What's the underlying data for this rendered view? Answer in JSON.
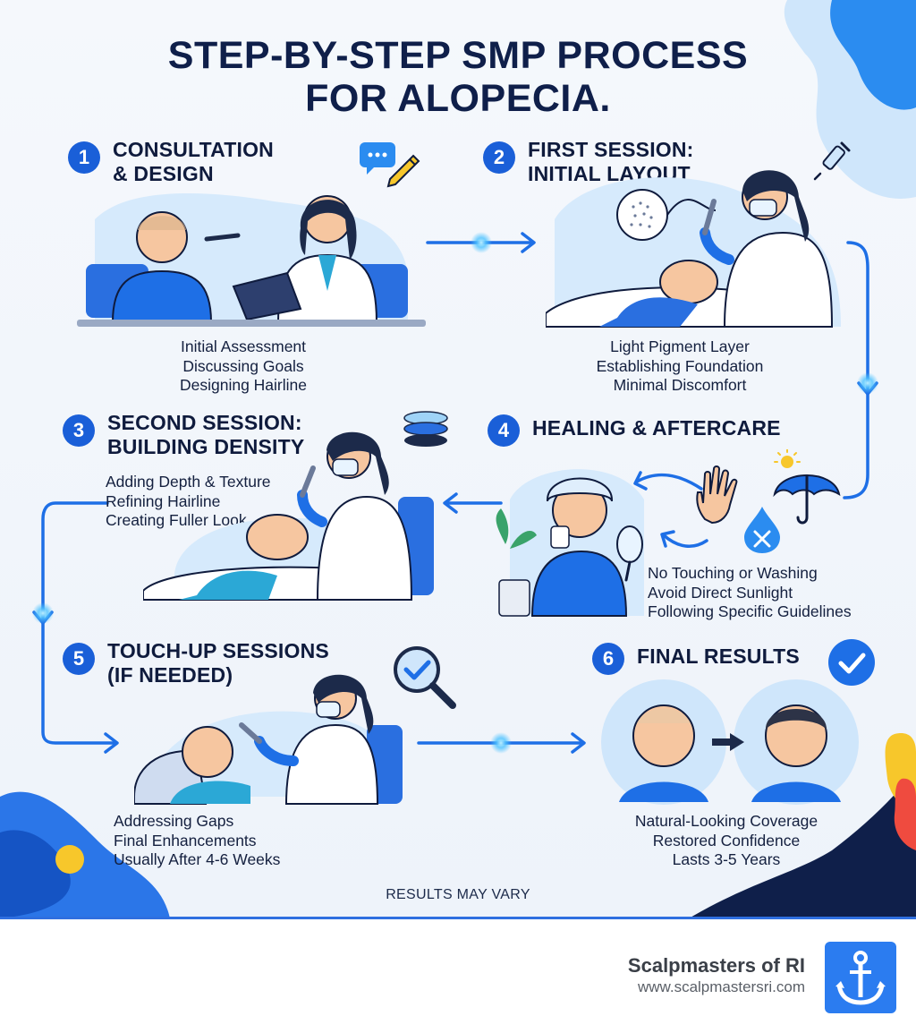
{
  "title": {
    "line1": "STEP-BY-STEP SMP PROCESS",
    "line2": "FOR ALOPECIA."
  },
  "steps": [
    {
      "number": "1",
      "title": [
        "CONSULTATION",
        "& DESIGN"
      ],
      "bullets": [
        "Initial Assessment",
        "Discussing Goals",
        "Designing Hairline"
      ]
    },
    {
      "number": "2",
      "title": [
        "FIRST SESSION:",
        "INITIAL LAYOUT"
      ],
      "bullets": [
        "Light Pigment Layer",
        "Establishing Foundation",
        "Minimal Discomfort"
      ]
    },
    {
      "number": "3",
      "title": [
        "SECOND SESSION:",
        "BUILDING DENSITY"
      ],
      "bullets": [
        "Adding Depth & Texture",
        "Refining Hairline",
        "Creating Fuller Look"
      ]
    },
    {
      "number": "4",
      "title": [
        "HEALING & AFTERCARE"
      ],
      "bullets": [
        "No Touching or Washing",
        "Avoid Direct Sunlight",
        "Following Specific Guidelines"
      ]
    },
    {
      "number": "5",
      "title": [
        "TOUCH-UP SESSIONS",
        "(IF NEEDED)"
      ],
      "bullets": [
        "Addressing Gaps",
        "Final Enhancements",
        "Usually After 4-6 Weeks"
      ]
    },
    {
      "number": "6",
      "title": [
        "FINAL RESULTS"
      ],
      "bullets": [
        "Natural-Looking Coverage",
        "Restored Confidence",
        "Lasts 3-5 Years"
      ]
    }
  ],
  "footer_note": "RESULTS MAY VARY",
  "brand": {
    "name": "Scalpmasters of RI",
    "url": "www.scalpmastersri.com"
  },
  "colors": {
    "primary": "#1a5fd8",
    "navy": "#0f1b3d",
    "light_blue": "#cfe6fb",
    "glow": "#4fc3ff",
    "accent_yellow": "#f7c72b",
    "accent_red": "#ef4b3f"
  },
  "icons": [
    "chat-bubble-icon",
    "pencil-icon",
    "syringe-icon",
    "pigment-layers-icon",
    "no-touch-hand-icon",
    "no-water-icon",
    "umbrella-sun-icon",
    "magnifier-check-icon",
    "checkmark-icon",
    "anchor-logo-icon"
  ]
}
